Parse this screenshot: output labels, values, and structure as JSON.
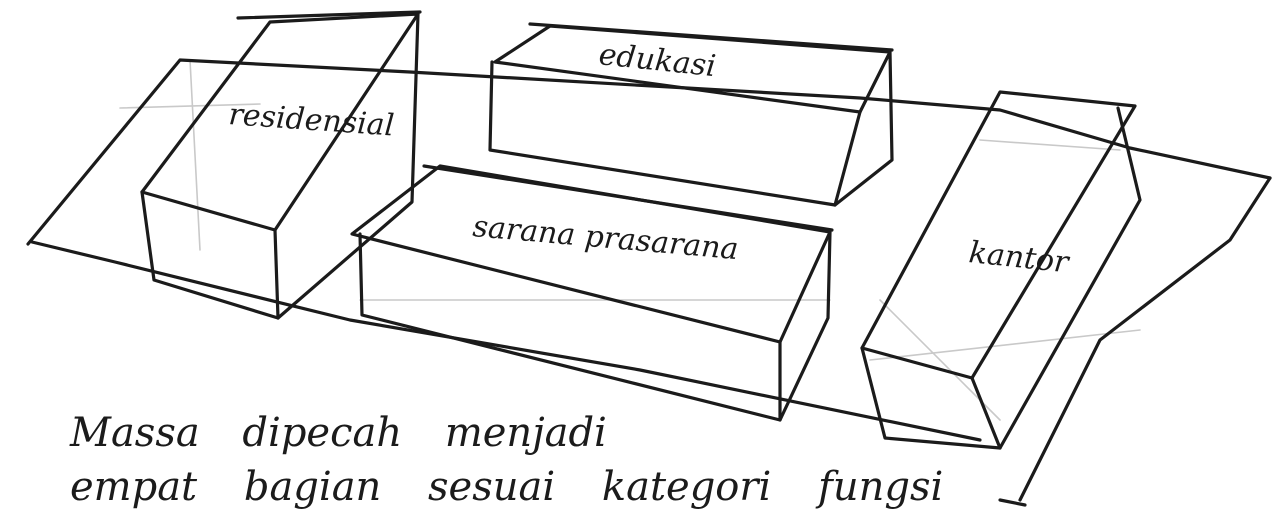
{
  "blocks": {
    "residensial": "residensial",
    "edukasi": "edukasi",
    "sarana_prasarana": "sarana prasarana",
    "kantor": "kantor"
  },
  "caption": {
    "line1": "Massa dipecah menjadi",
    "line2": "empat bagian sesuai kategori fungsi"
  },
  "colors": {
    "ink": "#1b1b1b",
    "paper": "#ffffff",
    "guide": "#c9c9c9"
  }
}
